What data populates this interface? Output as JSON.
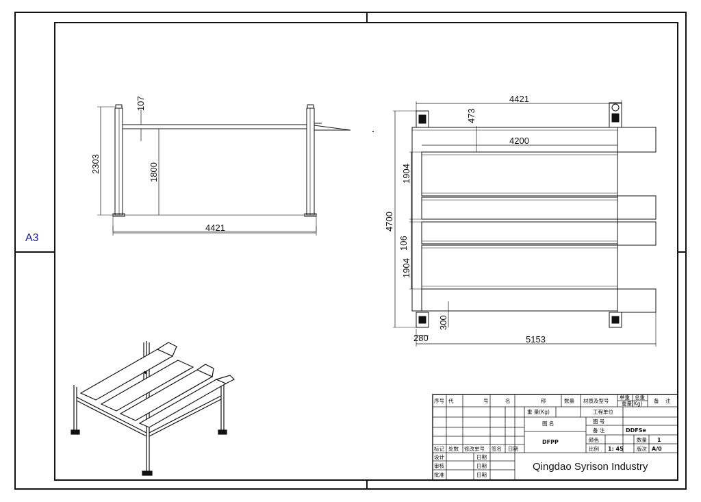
{
  "sheet": {
    "size_label": "A3"
  },
  "side_view": {
    "dims": {
      "overall_height": "2303",
      "lift_height": "1800",
      "beam_height": "107",
      "length": "4421"
    }
  },
  "top_view": {
    "dims": {
      "overall_length": "4421",
      "inner_length": "4200",
      "top_offset": "473",
      "overall_width": "4700",
      "platform_width_1": "1904",
      "gap": "106",
      "platform_width_2": "1904",
      "post_offset_v": "300",
      "post_offset_h": "280",
      "total_length": "5153"
    }
  },
  "title_block": {
    "header": [
      "序号",
      "代",
      "号",
      "名",
      "称",
      "数量",
      "材质及型号",
      "单重",
      "总重",
      "重量(Kg)",
      "备",
      "注"
    ],
    "weight_label": "重 量(Kg)",
    "drawing_name_label": "图       名",
    "drawing_name": "DFPP",
    "unit_label": "工程单位",
    "drawing_no_label": "图       号",
    "remark_label": "备       注",
    "remark_value": "DDFSe",
    "color_label": "颜色",
    "qty_label": "数量",
    "qty_value": "1",
    "scale_label": "比例",
    "scale_value": "1: 45",
    "rev_label": "版次",
    "rev_value": "A/0",
    "rev_row": [
      "标记",
      "处数",
      "修改单号",
      "签名",
      "日期"
    ],
    "sign_rows": [
      {
        "role": "设计",
        "date_label": "日期"
      },
      {
        "role": "审核",
        "date_label": "日期"
      },
      {
        "role": "批准",
        "date_label": "日期"
      }
    ],
    "company": "Qingdao Syrison Industry"
  }
}
